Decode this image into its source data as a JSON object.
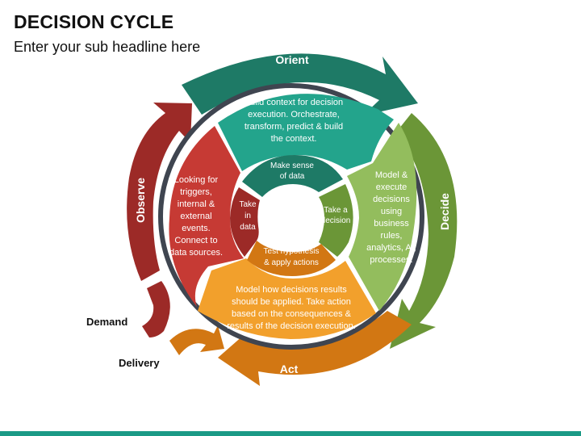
{
  "header": {
    "title": "DECISION CYCLE",
    "subtitle": "Enter your sub headline here"
  },
  "colors": {
    "orient_dark": "#1e7a66",
    "orient_light": "#23a48c",
    "decide_dark": "#6b9637",
    "decide_light": "#93bd5d",
    "act_dark": "#d27713",
    "act_light": "#f2a02c",
    "observe_dark": "#9c2a27",
    "observe_light": "#c63a34",
    "ring": "#3f4550",
    "footer": "#1b9a86"
  },
  "outer_arrows": {
    "orient": "Orient",
    "decide": "Decide",
    "act": "Act",
    "observe": "Observe"
  },
  "segments": {
    "orient": [
      "Build context for decision",
      "execution. Orchestrate,",
      "transform, predict & build",
      "the context."
    ],
    "decide": [
      "Model &",
      "execute",
      "decisions",
      "using",
      "business",
      "rules,",
      "analytics, AI,",
      "processes."
    ],
    "act": [
      "Model how decisions results",
      "should be applied. Take action",
      "based on the consequences &",
      "results of the decision execution."
    ],
    "observe": [
      "Looking for",
      "triggers,",
      "internal &",
      "external",
      "events.",
      "Connect to",
      "data sources."
    ]
  },
  "inner": {
    "top": [
      "Make sense",
      "of data"
    ],
    "right": [
      "Take a",
      "decision"
    ],
    "bottom": [
      "Test hypothesis",
      "& apply actions"
    ],
    "left": [
      "Take",
      "in",
      "data"
    ]
  },
  "side_labels": {
    "demand": "Demand",
    "delivery": "Delivery"
  }
}
